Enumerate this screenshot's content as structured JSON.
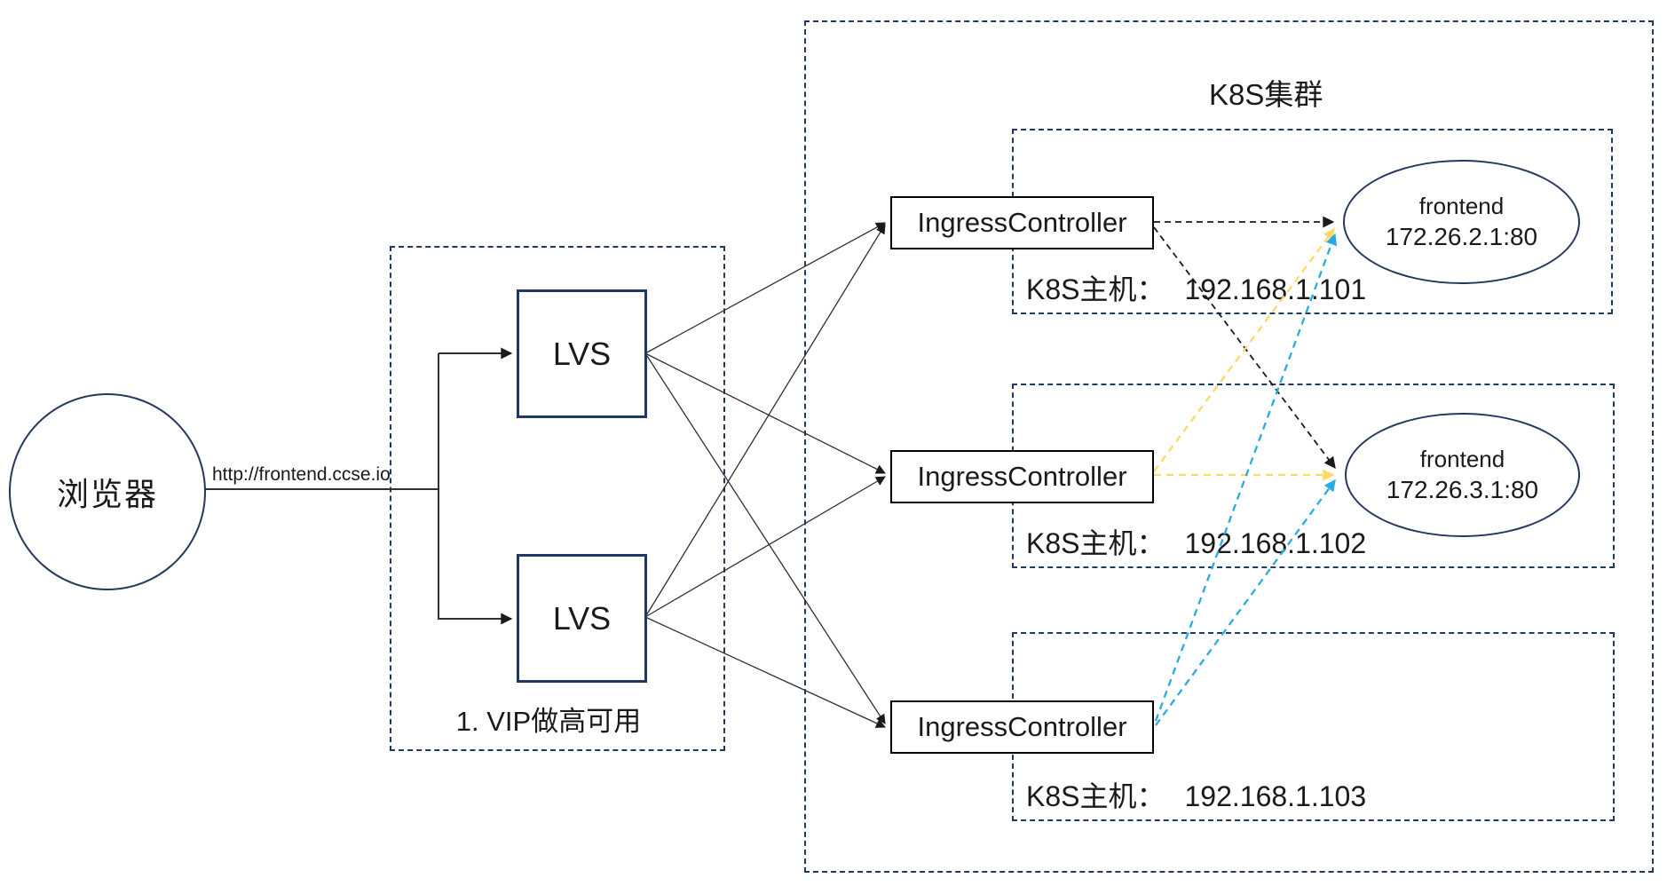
{
  "diagram": {
    "browser": {
      "label": "浏览器"
    },
    "url_label": "http://frontend.ccse.io",
    "vip_group": {
      "label": "1. VIP做高可用",
      "lvs": [
        {
          "label": "LVS"
        },
        {
          "label": "LVS"
        }
      ]
    },
    "k8s_cluster": {
      "title": "K8S集群",
      "ingress_controllers": [
        {
          "label": "IngressController"
        },
        {
          "label": "IngressController"
        },
        {
          "label": "IngressController"
        }
      ],
      "hosts": [
        {
          "prefix": "K8S主机：",
          "ip": "192.168.1.101"
        },
        {
          "prefix": "K8S主机：",
          "ip": "192.168.1.102"
        },
        {
          "prefix": "K8S主机：",
          "ip": "192.168.1.103"
        }
      ],
      "frontends": [
        {
          "name": "frontend",
          "address": "172.26.2.1:80"
        },
        {
          "name": "frontend",
          "address": "172.26.3.1:80"
        }
      ]
    },
    "colors": {
      "node_border_navy": "#1f3a60",
      "ic_border_black": "#000000",
      "solid_link_black": "#303030",
      "dashed_link_black": "#1a1a1a",
      "dashed_link_yellow": "#ffd966",
      "dashed_link_cyan": "#29abe2"
    }
  }
}
